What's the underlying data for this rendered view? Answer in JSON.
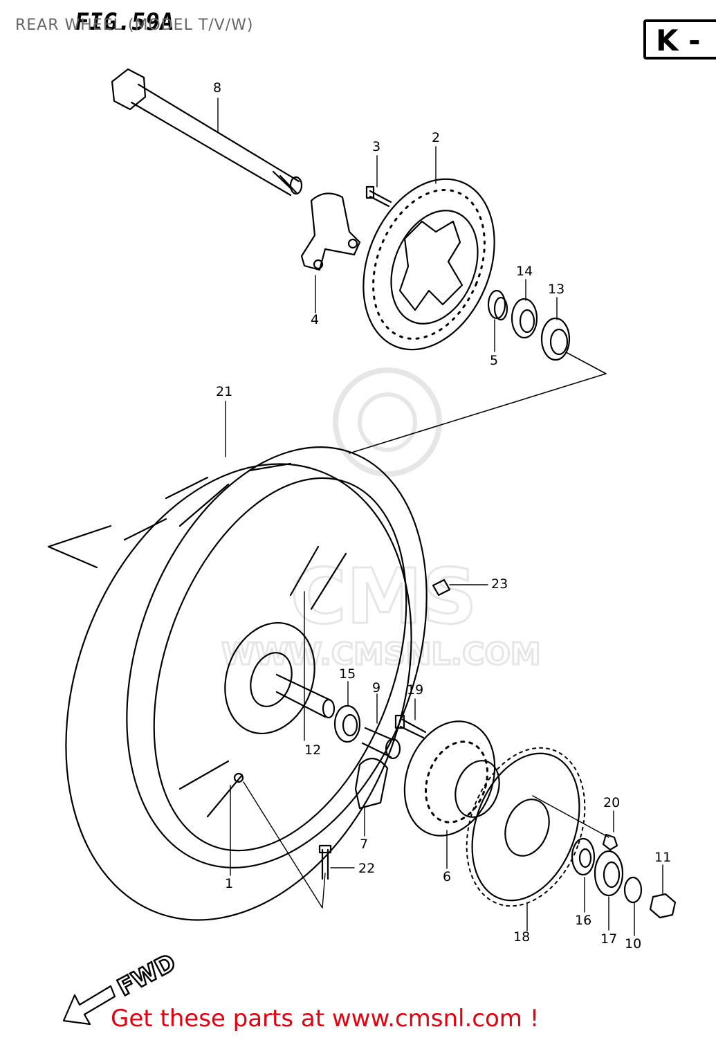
{
  "caption": "REAR WHEEL (MODEL T/V/W)",
  "figure_title": "FIG.59A",
  "section_box": "K -",
  "footer_link": "Get these parts at www.cmsnl.com !",
  "watermark": {
    "brand": "CMS",
    "url": "WWW.CMSNL.COM"
  },
  "direction_label": "FWD",
  "parts": [
    {
      "label": "1"
    },
    {
      "label": "2"
    },
    {
      "label": "3"
    },
    {
      "label": "4"
    },
    {
      "label": "5"
    },
    {
      "label": "6"
    },
    {
      "label": "7"
    },
    {
      "label": "8"
    },
    {
      "label": "9"
    },
    {
      "label": "10"
    },
    {
      "label": "11"
    },
    {
      "label": "12"
    },
    {
      "label": "13"
    },
    {
      "label": "14"
    },
    {
      "label": "15"
    },
    {
      "label": "16"
    },
    {
      "label": "17"
    },
    {
      "label": "18"
    },
    {
      "label": "19"
    },
    {
      "label": "20"
    },
    {
      "label": "21"
    },
    {
      "label": "22"
    },
    {
      "label": "23"
    }
  ],
  "colors": {
    "footer": "#e3000f",
    "line": "#000000",
    "watermark": "#e6e6e6"
  }
}
